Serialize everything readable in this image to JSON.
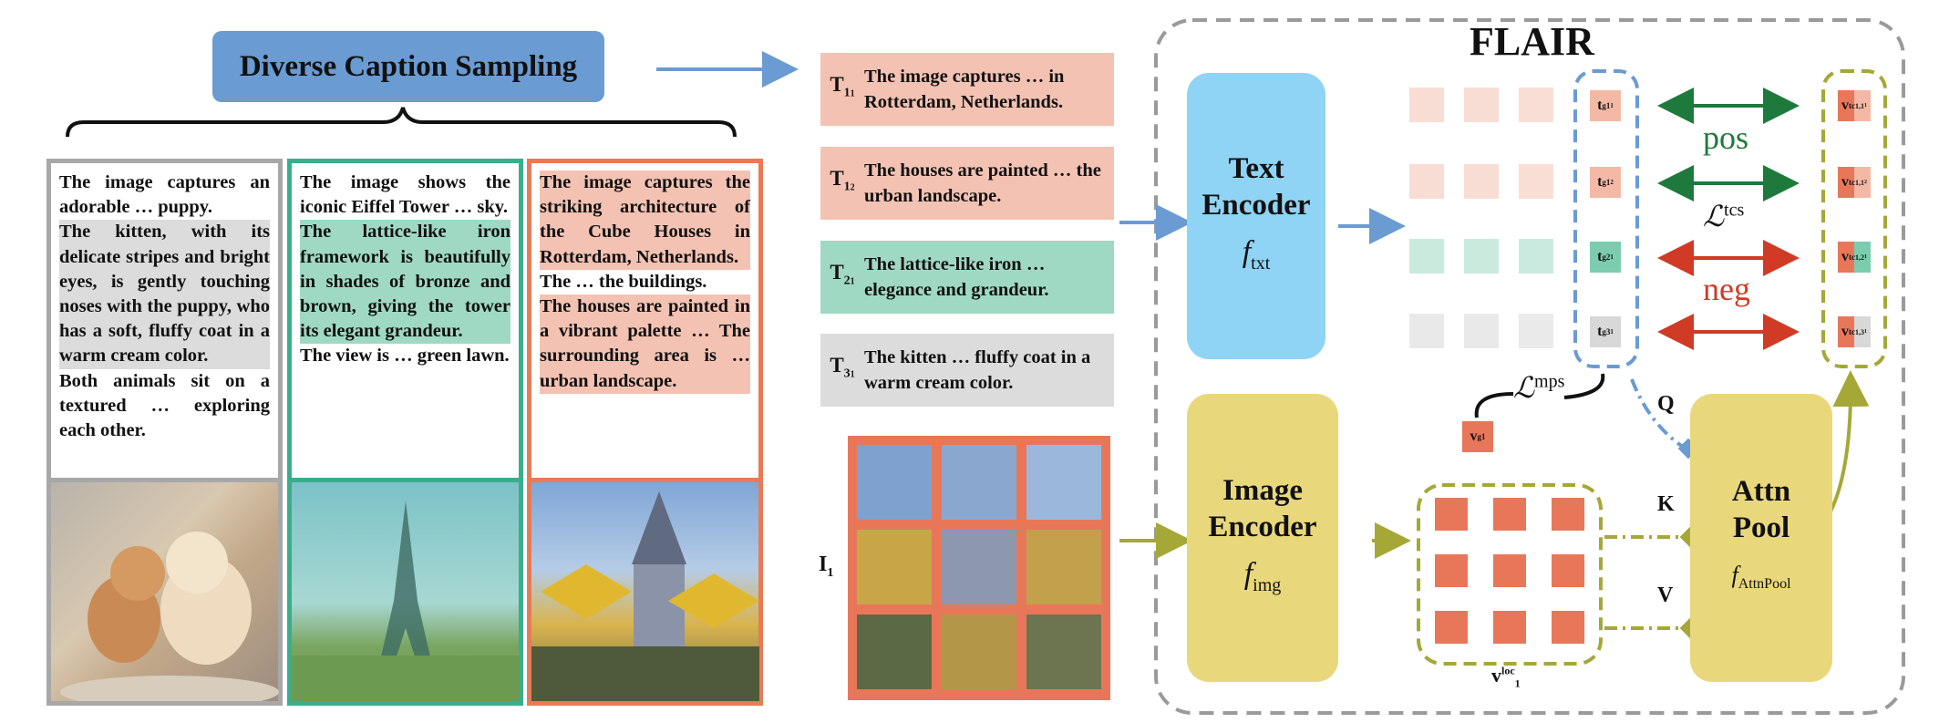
{
  "header": {
    "title": "Diverse Caption Sampling"
  },
  "cards": [
    {
      "segments": [
        {
          "text": "The image captures an adorable … puppy.",
          "hl": ""
        },
        {
          "text": "The kitten, with its delicate stripes and bright eyes, is gently touching noses with the puppy, who has a soft, fluffy coat in a warm cream color.",
          "hl": "gray"
        },
        {
          "text": "Both animals sit on a textured … exploring each other.",
          "hl": ""
        }
      ],
      "image": "kitten-and-puppy-photo"
    },
    {
      "segments": [
        {
          "text": "The image shows the iconic Eiffel Tower … sky.",
          "hl": ""
        },
        {
          "text": "The lattice-like iron framework is beautifully in shades of bronze and brown, giving the tower its elegant grandeur.",
          "hl": "green"
        },
        {
          "text": "The view is … green lawn.",
          "hl": ""
        }
      ],
      "image": "eiffel-tower-photo"
    },
    {
      "segments": [
        {
          "text": "The image captures the striking architecture of the Cube Houses in Rotterdam, Netherlands.",
          "hl": "red"
        },
        {
          "text": "The … the buildings.",
          "hl": ""
        },
        {
          "text": "The houses are painted in a vibrant palette … The surrounding area is … urban landscape.",
          "hl": "red"
        }
      ],
      "image": "cube-houses-photo"
    }
  ],
  "captions": [
    {
      "label": "T",
      "sub": "1",
      "subsub": "1",
      "text": "The image captures … in Rotterdam, Netherlands.",
      "color": "#f4c2b2"
    },
    {
      "label": "T",
      "sub": "1",
      "subsub": "2",
      "text": "The houses are painted … the urban landscape.",
      "color": "#f4c2b2"
    },
    {
      "label": "T",
      "sub": "2",
      "subsub": "1",
      "text": "The lattice-like iron … elegance and grandeur.",
      "color": "#9fd9c4"
    },
    {
      "label": "T",
      "sub": "3",
      "subsub": "1",
      "text": "The kitten … fluffy coat in a warm cream color.",
      "color": "#dcdcdc"
    }
  ],
  "image_input_label": "I",
  "image_input_sub": "1",
  "flair_title": "FLAIR",
  "text_encoder": {
    "name_line1": "Text",
    "name_line2": "Encoder",
    "func": "f",
    "func_sub": "txt"
  },
  "image_encoder": {
    "name_line1": "Image",
    "name_line2": "Encoder",
    "func": "f",
    "func_sub": "img"
  },
  "attn_pool": {
    "name_line1": "Attn",
    "name_line2": "Pool",
    "func": "f",
    "func_sub": "AttnPool"
  },
  "text_tokens": [
    {
      "base": "t",
      "sup": "g",
      "sub": "1",
      "subsub": "1",
      "color": "#f4b9a6"
    },
    {
      "base": "t",
      "sup": "g",
      "sub": "1",
      "subsub": "2",
      "color": "#f4b9a6"
    },
    {
      "base": "t",
      "sup": "g",
      "sub": "2",
      "subsub": "1",
      "color": "#7ccdb0"
    },
    {
      "base": "t",
      "sup": "g",
      "sub": "3",
      "subsub": "1",
      "color": "#d8d8d8"
    }
  ],
  "out_tokens": [
    {
      "base": "v",
      "sup": "tc",
      "sub": "1,1",
      "subsub": "1"
    },
    {
      "base": "v",
      "sup": "tc",
      "sub": "1,1",
      "subsub": "2"
    },
    {
      "base": "v",
      "sup": "tc",
      "sub": "1,2",
      "subsub": "1"
    },
    {
      "base": "v",
      "sup": "tc",
      "sub": "1,3",
      "subsub": "1"
    }
  ],
  "labels": {
    "pos": "pos",
    "neg": "neg",
    "tcs_loss": "tcs",
    "mps_loss": "mps",
    "q": "Q",
    "k": "K",
    "v": "V",
    "global_img_token": "v",
    "global_img_sup": "g",
    "global_img_sub": "1",
    "loc_tokens": "v",
    "loc_sup": "loc",
    "loc_sub": "1"
  },
  "colors": {
    "blue": "#6a9bd2",
    "green": "#1e7a3c",
    "red": "#cf3b25",
    "olive": "#a5a837",
    "orange": "#e8775a",
    "yellow": "#e9d77c",
    "lightblue": "#8fd3f5",
    "gray": "#9a9a9a"
  }
}
